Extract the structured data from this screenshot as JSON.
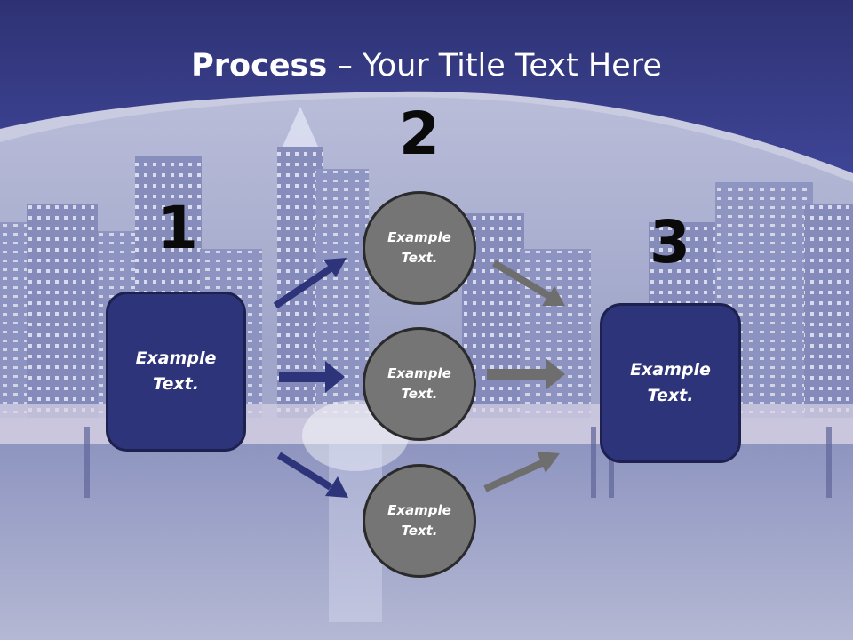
{
  "slide": {
    "title_bold": "Process",
    "title_rest": " – Your Title Text Here",
    "colors": {
      "header": "#353a8a",
      "box_fill": "#2e3479",
      "circle_fill": "#757575",
      "arrow_blue": "#2e3479",
      "arrow_gray": "#6e6e6e"
    },
    "steps": [
      {
        "number": "1"
      },
      {
        "number": "2"
      },
      {
        "number": "3"
      }
    ],
    "left_box": {
      "text_line1": "Example",
      "text_line2": "Text."
    },
    "right_box": {
      "text_line1": "Example",
      "text_line2": "Text."
    },
    "circles": [
      {
        "line1": "Example",
        "line2": "Text."
      },
      {
        "line1": "Example",
        "line2": "Text."
      },
      {
        "line1": "Example",
        "line2": "Text."
      }
    ]
  }
}
